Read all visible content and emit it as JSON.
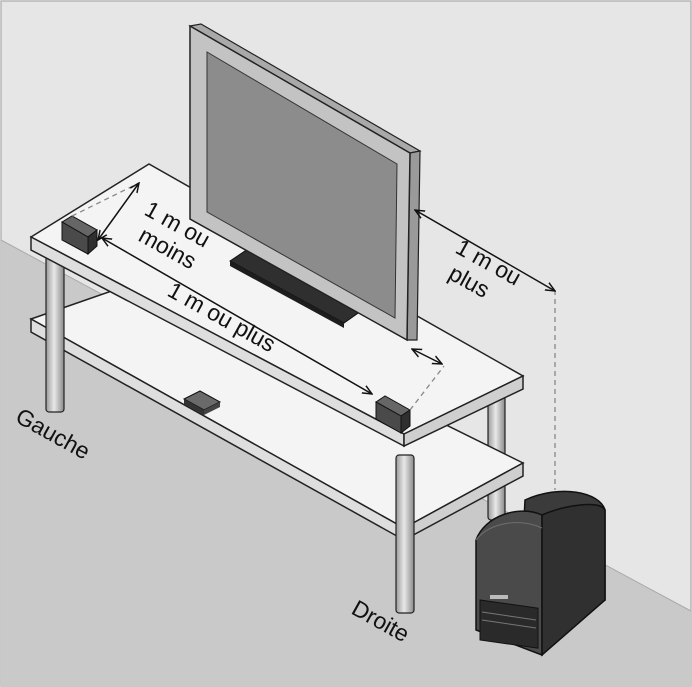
{
  "labels": {
    "left_side": "Gauche",
    "right_side": "Droite",
    "max_distance_line1": "1 m ou",
    "max_distance_line2": "moins",
    "min_distance_speakers": "1 m ou plus",
    "min_distance_wall_line1": "1 m ou",
    "min_distance_wall_line2": "plus"
  },
  "colors": {
    "wall": "#e6e6e6",
    "floor": "#c9c9c9",
    "shelf": "#f4f4f4",
    "outline": "#222222",
    "tv_frame": "#c3c3c3",
    "tv_screen": "#8c8c8c",
    "speaker": "#4a4a4a",
    "subwoofer": "#3e3e3e"
  }
}
